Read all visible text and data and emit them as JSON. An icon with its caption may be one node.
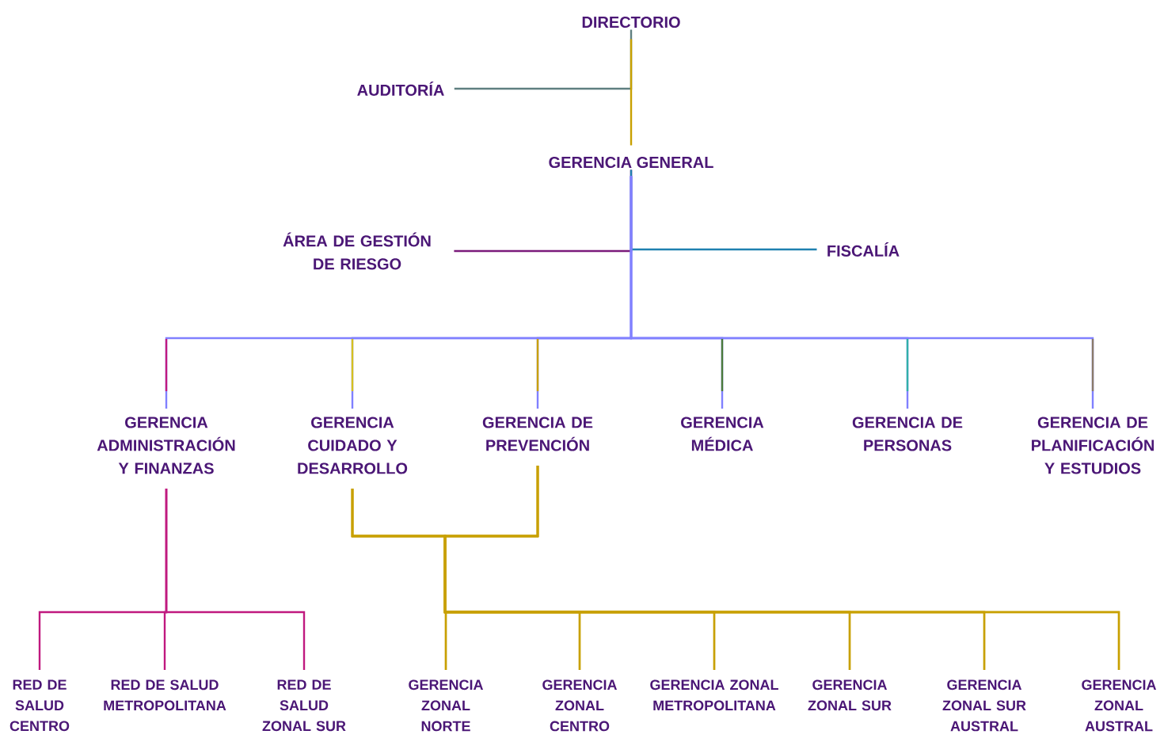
{
  "diagram": {
    "nodes": [
      {
        "text": [
          "DIRECTORIO"
        ]
      },
      {
        "text": [
          "AUDITORÍA"
        ]
      },
      {
        "text": [
          "GERENCIA GENERAL"
        ]
      },
      {
        "text": [
          "ÁREA DE GESTIÓN DE RIESGO"
        ]
      },
      {
        "text": [
          "FISCALÍA"
        ]
      },
      {
        "text": [
          "GERENCIA ADMINISTRACIÓN Y FINANZAS"
        ]
      },
      {
        "text": [
          "GERENCIA CUIDADO Y DESARROLLO"
        ]
      },
      {
        "text": [
          "GERENCIA DE PREVENCIÓN"
        ]
      },
      {
        "text": [
          "GERENCIA MÉDICA"
        ]
      },
      {
        "text": [
          "GERENCIA DE PERSONAS"
        ]
      },
      {
        "text": [
          "GERENCIA DE PLANIFICACIÓN Y ESTUDIOS"
        ]
      },
      {
        "text": [
          "RED DE SALUD CENTRO"
        ]
      },
      {
        "text": [
          "RED DE SALUD METROPOLITANA"
        ]
      },
      {
        "text": [
          "RED DE SALUD ZONAL SUR"
        ]
      },
      {
        "text": [
          "GERENCIA ZONAL NORTE"
        ]
      },
      {
        "text": [
          "GERENCIA ZONAL CENTRO"
        ]
      },
      {
        "text": [
          "GERENCIA ZONAL METROPOLITANA"
        ]
      },
      {
        "text": [
          "GERENCIA ZONAL SUR"
        ]
      },
      {
        "text": [
          "GERENCIA ZONAL SUR AUSTRAL"
        ]
      },
      {
        "text": [
          "GERENCIA ZONAL AUSTRAL"
        ]
      }
    ],
    "edges": [
      {
        "from": 0,
        "to": 1,
        "arrow": "none",
        "color": "#5f7f80"
      },
      {
        "from": 0,
        "to": 2,
        "arrow": "none",
        "color": "#c8a000"
      },
      {
        "from": 2,
        "to": 3,
        "arrow": "none",
        "color": "#7a1a7a"
      },
      {
        "from": 2,
        "to": 4,
        "arrow": "none",
        "color": "#1f80b0"
      },
      {
        "from": 2,
        "to": 5,
        "arrow": "none",
        "color": "#8080ff"
      },
      {
        "from": 2,
        "to": 6,
        "arrow": "none",
        "color": "#8080ff"
      },
      {
        "from": 2,
        "to": 7,
        "arrow": "none",
        "color": "#8080ff"
      },
      {
        "from": 2,
        "to": 8,
        "arrow": "none",
        "color": "#8080ff"
      },
      {
        "from": 2,
        "to": 9,
        "arrow": "none",
        "color": "#8080ff"
      },
      {
        "from": 2,
        "to": 10,
        "arrow": "none",
        "color": "#8080ff"
      },
      {
        "from": 5,
        "to": 11,
        "arrow": "none",
        "color": "#c0197f"
      },
      {
        "from": 5,
        "to": 12,
        "arrow": "none",
        "color": "#c0197f"
      },
      {
        "from": 5,
        "to": 13,
        "arrow": "none",
        "color": "#c0197f"
      },
      {
        "from": 6,
        "to": 14,
        "arrow": "none",
        "color": "#c8a000"
      },
      {
        "from": 6,
        "to": 15,
        "arrow": "none",
        "color": "#c8a000"
      },
      {
        "from": 6,
        "to": 16,
        "arrow": "none",
        "color": "#c8a000"
      },
      {
        "from": 6,
        "to": 17,
        "arrow": "none",
        "color": "#c8a000"
      },
      {
        "from": 6,
        "to": 18,
        "arrow": "none",
        "color": "#c8a000"
      },
      {
        "from": 6,
        "to": 19,
        "arrow": "none",
        "color": "#c8a000"
      },
      {
        "from": 7,
        "to": 14,
        "arrow": "none",
        "color": "#c8a000"
      },
      {
        "from": 7,
        "to": 15,
        "arrow": "none",
        "color": "#c8a000"
      },
      {
        "from": 7,
        "to": 16,
        "arrow": "none",
        "color": "#c8a000"
      },
      {
        "from": 7,
        "to": 17,
        "arrow": "none",
        "color": "#c8a000"
      },
      {
        "from": 7,
        "to": 18,
        "arrow": "none",
        "color": "#c8a000"
      },
      {
        "from": 7,
        "to": 19,
        "arrow": "none",
        "color": "#c8a000"
      }
    ]
  }
}
